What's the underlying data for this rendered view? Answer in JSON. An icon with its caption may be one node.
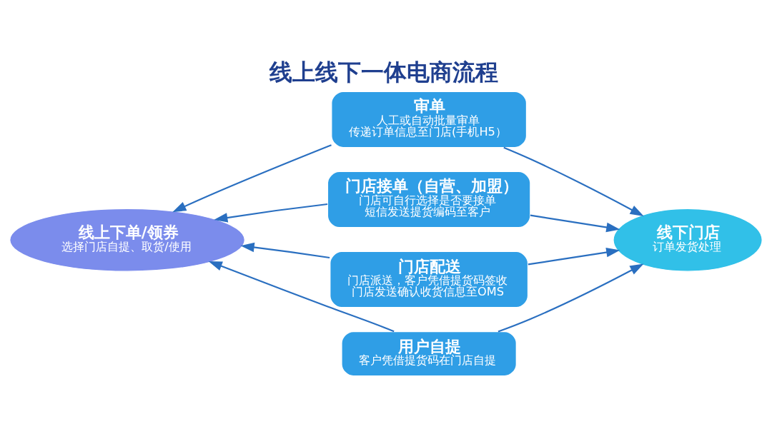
{
  "diagram": {
    "title": "线上线下一体电商流程",
    "nodes": [
      {
        "text": [
          "线上下单/领券",
          "选择门店自提、取货/使用"
        ]
      },
      {
        "text": [
          "审单",
          "人工或自动批量审单",
          "传递订单信息至门店(手机H5）"
        ]
      },
      {
        "text": [
          "门店接单（自营、加盟）",
          "门店可自行选择是否要接单",
          "短信发送提货编码至客户"
        ]
      },
      {
        "text": [
          "门店配送",
          "门店派送，客户凭借提货码签收",
          "门店发送确认收货信息至OMS"
        ]
      },
      {
        "text": [
          "用户自提",
          "客户凭借提货码在门店自提"
        ]
      },
      {
        "text": [
          "线下门店",
          "订单发货处理"
        ]
      }
    ],
    "edges": [
      {
        "from": 1,
        "to": 0,
        "arrow": "to"
      },
      {
        "from": 2,
        "to": 0,
        "arrow": "to"
      },
      {
        "from": 3,
        "to": 0,
        "arrow": "to"
      },
      {
        "from": 4,
        "to": 0,
        "arrow": "to"
      },
      {
        "from": 1,
        "to": 5,
        "arrow": "to"
      },
      {
        "from": 2,
        "to": 5,
        "arrow": "to"
      },
      {
        "from": 3,
        "to": 5,
        "arrow": "to"
      },
      {
        "from": 4,
        "to": 5,
        "arrow": "to"
      }
    ]
  }
}
